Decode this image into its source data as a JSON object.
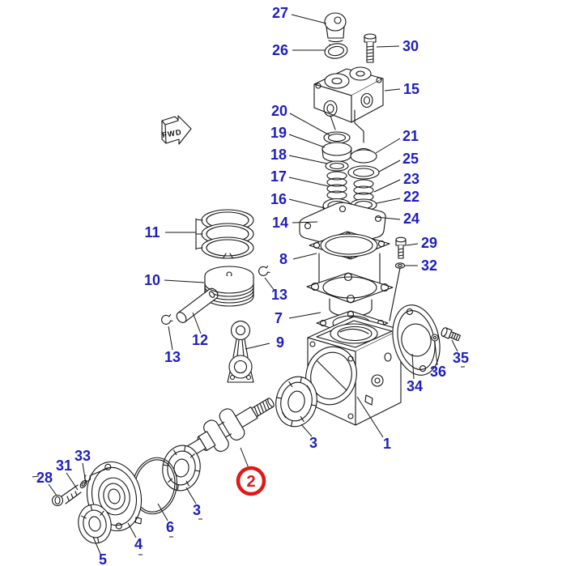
{
  "colors": {
    "background": "#ffffff",
    "line": "#141414",
    "label_blue": "#1e1ebe",
    "highlight_red": "#e01818"
  },
  "fwd": {
    "label": "FWD"
  },
  "callouts": {
    "c1": {
      "label": "1"
    },
    "c2": {
      "label": "2",
      "highlighted": true
    },
    "c3r": {
      "label": "3"
    },
    "c3l": {
      "label": "3"
    },
    "c4": {
      "label": "4"
    },
    "c5": {
      "label": "5"
    },
    "c6": {
      "label": "6"
    },
    "c7": {
      "label": "7"
    },
    "c8": {
      "label": "8"
    },
    "c9": {
      "label": "9"
    },
    "c10": {
      "label": "10"
    },
    "c11": {
      "label": "11"
    },
    "c12": {
      "label": "12"
    },
    "c13r": {
      "label": "13"
    },
    "c13l": {
      "label": "13"
    },
    "c14": {
      "label": "14"
    },
    "c15": {
      "label": "15"
    },
    "c16": {
      "label": "16"
    },
    "c17": {
      "label": "17"
    },
    "c18": {
      "label": "18"
    },
    "c19": {
      "label": "19"
    },
    "c20": {
      "label": "20"
    },
    "c21": {
      "label": "21"
    },
    "c22": {
      "label": "22"
    },
    "c23": {
      "label": "23"
    },
    "c24": {
      "label": "24"
    },
    "c25": {
      "label": "25"
    },
    "c26": {
      "label": "26"
    },
    "c27": {
      "label": "27"
    },
    "c28": {
      "label": "28"
    },
    "c29": {
      "label": "29"
    },
    "c30": {
      "label": "30"
    },
    "c31": {
      "label": "31"
    },
    "c32": {
      "label": "32"
    },
    "c33": {
      "label": "33"
    },
    "c34": {
      "label": "34"
    },
    "c35": {
      "label": "35"
    },
    "c36": {
      "label": "36"
    }
  }
}
